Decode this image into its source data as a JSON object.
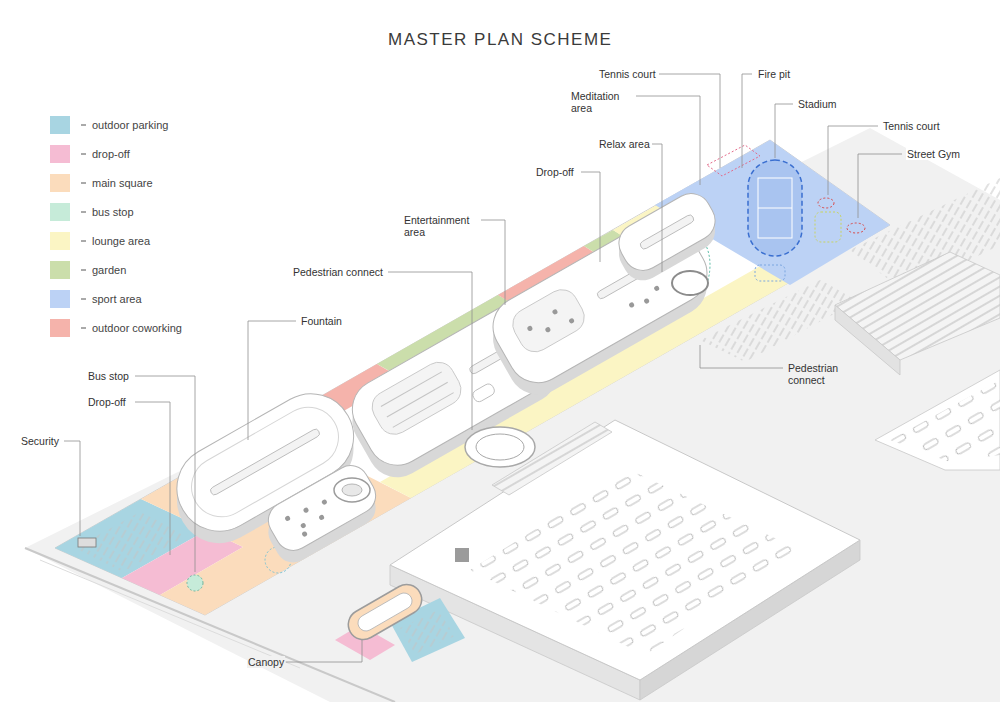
{
  "diagram": {
    "title": "MASTER PLAN SCHEME",
    "labels": [
      "Tennis court",
      "Fire pit",
      "Meditation area",
      "Stadium",
      "Relax area",
      "Tennis court",
      "Street Gym",
      "Drop-off",
      "Entertainment area",
      "Pedestrian connect",
      "Fountain",
      "Pedestrian connect",
      "Bus stop",
      "Drop-off",
      "Security",
      "Canopy"
    ],
    "legend": [
      {
        "text": "outdoor parking",
        "color": "#a8d5e2"
      },
      {
        "text": "drop-off",
        "color": "#f5bcd3"
      },
      {
        "text": "main square",
        "color": "#fbdcbc"
      },
      {
        "text": "bus stop",
        "color": "#c6ebd9"
      },
      {
        "text": "lounge area",
        "color": "#fbf5c4"
      },
      {
        "text": "garden",
        "color": "#cbdeab"
      },
      {
        "text": "sport area",
        "color": "#bcd2f5"
      },
      {
        "text": "outdoor coworking",
        "color": "#f5b3ab"
      }
    ]
  }
}
